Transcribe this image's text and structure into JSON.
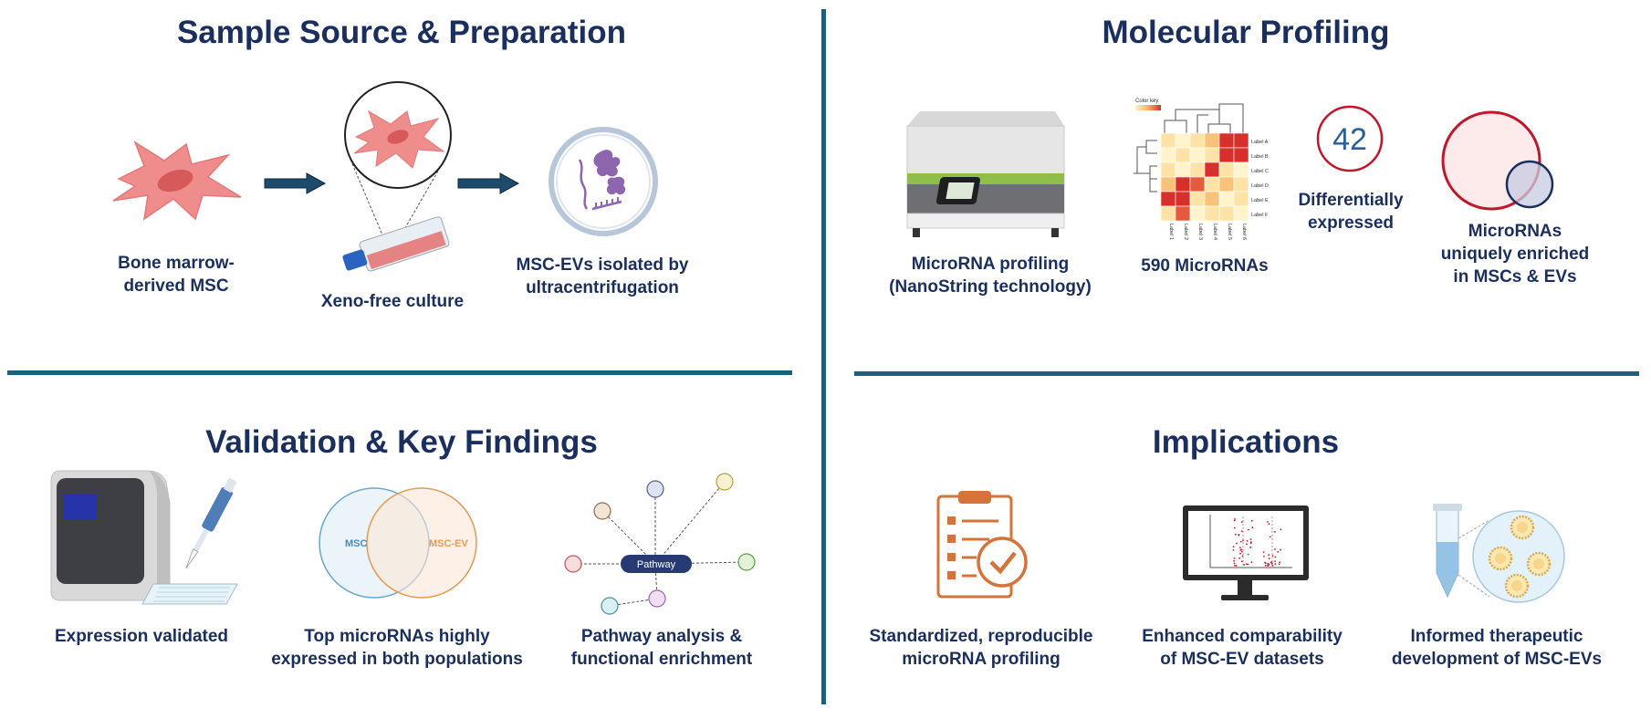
{
  "panels": {
    "sample": {
      "title": "Sample Source & Preparation",
      "items": [
        {
          "label": "Bone marrow-\nderived MSC"
        },
        {
          "label": "Xeno-free culture"
        },
        {
          "label": "MSC-EVs isolated by\nultracentrifugation"
        }
      ]
    },
    "profiling": {
      "title": "Molecular Profiling",
      "items": [
        {
          "label": "MicroRNA profiling\n(NanoString technology)"
        },
        {
          "label": "590 MicroRNAs"
        },
        {
          "label": "Differentially\nexpressed",
          "count": "42"
        },
        {
          "label": "MicroRNAs\nuniquely enriched\nin MSCs & EVs"
        }
      ],
      "heatmap": {
        "color_key": "Color key",
        "row_labels": [
          "Label A",
          "Label B",
          "Label C",
          "Label D",
          "Label E",
          "Label F"
        ],
        "col_labels": [
          "Label 1",
          "Label 2",
          "Label 3",
          "Label 4",
          "Label 5",
          "Label 6"
        ]
      }
    },
    "validation": {
      "title": "Validation & Key Findings",
      "items": [
        {
          "label": "Expression validated"
        },
        {
          "label": "Top microRNAs highly\nexpressed in both populations"
        },
        {
          "label": "Pathway analysis &\nfunctional enrichment"
        }
      ],
      "venn": {
        "left": "MSC",
        "right": "MSC-EV"
      },
      "pathway_node": "Pathway"
    },
    "implications": {
      "title": "Implications",
      "items": [
        {
          "label": "Standardized, reproducible\nmicroRNA profiling"
        },
        {
          "label": "Enhanced comparability\nof MSC-EV datasets"
        },
        {
          "label": "Informed therapeutic\ndevelopment of MSC-EVs"
        }
      ]
    }
  },
  "colors": {
    "navy": "#1b2f5e",
    "divider": "#1f5e7d",
    "cell_pink": "#ef8c8c",
    "accent_red": "#c0182a",
    "accent_orange": "#d4733a"
  }
}
